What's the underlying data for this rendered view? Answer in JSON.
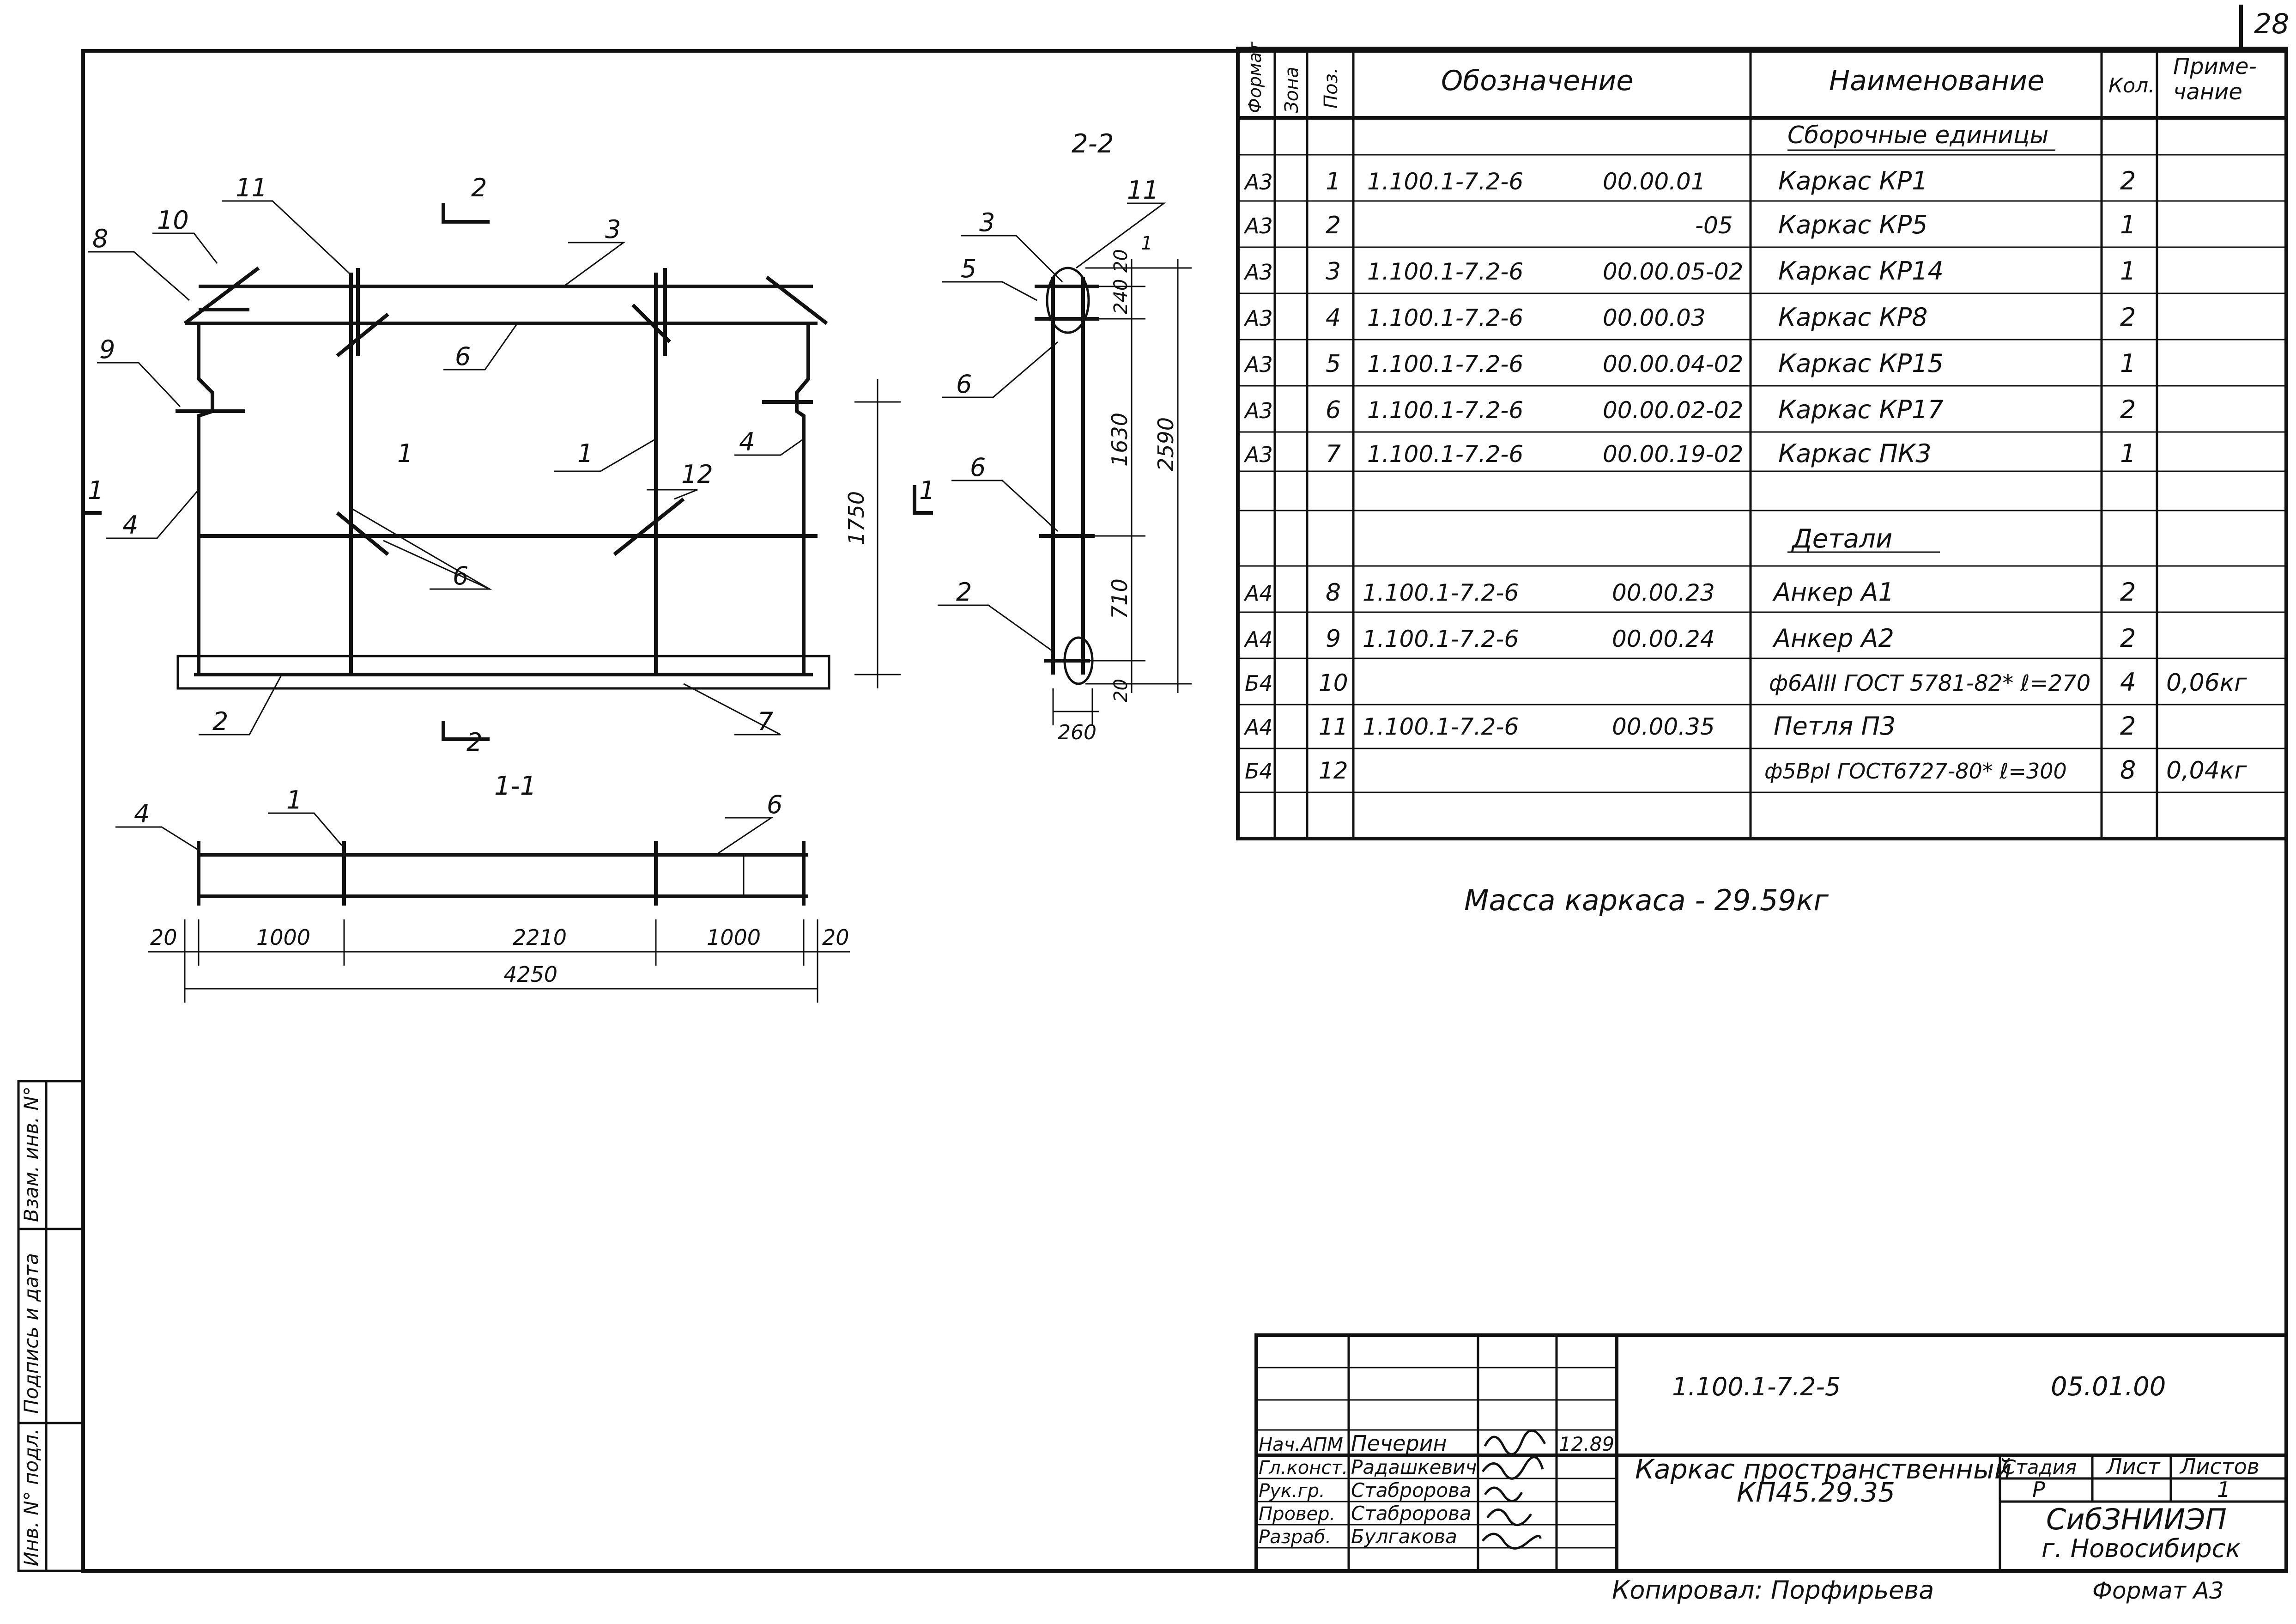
{
  "page_number": "28",
  "views": {
    "section_1_1": "1-1",
    "section_2_2": "2-2",
    "cut_2": "2",
    "cut_1": "1"
  },
  "front_view_leaders": [
    "11",
    "10",
    "8",
    "9",
    "4",
    "3",
    "6",
    "1",
    "1",
    "12",
    "4",
    "6",
    "2",
    "7"
  ],
  "front_view_dims": [
    "1750"
  ],
  "side_view_leaders": [
    "3",
    "11",
    "5",
    "6",
    "6",
    "2"
  ],
  "side_view_dims": [
    "20",
    "1",
    "240",
    "1630",
    "2590",
    "710",
    "20",
    "260"
  ],
  "plan_leaders": [
    "4",
    "1",
    "6"
  ],
  "plan_dims": [
    "20",
    "1000",
    "2210",
    "1000",
    "20",
    "4250"
  ],
  "spec_table": {
    "headers": {
      "format": "Формат",
      "zone": "Зона",
      "pos": "Поз.",
      "designation": "Обозначение",
      "name": "Наименование",
      "qty": "Кол.",
      "note": "Приме-\nчание"
    },
    "section_assembly": "Сборочные единицы",
    "assembly_rows": [
      {
        "format": "А3",
        "pos": "1",
        "doc": "1.100.1-7.2-6",
        "code": "00.00.01",
        "name": "Каркас КР1",
        "qty": "2",
        "note": ""
      },
      {
        "format": "А3",
        "pos": "2",
        "doc": "",
        "code": "-05",
        "name": "Каркас КР5",
        "qty": "1",
        "note": ""
      },
      {
        "format": "А3",
        "pos": "3",
        "doc": "1.100.1-7.2-6",
        "code": "00.00.05-02",
        "name": "Каркас КР14",
        "qty": "1",
        "note": ""
      },
      {
        "format": "А3",
        "pos": "4",
        "doc": "1.100.1-7.2-6",
        "code": "00.00.03",
        "name": "Каркас КР8",
        "qty": "2",
        "note": ""
      },
      {
        "format": "А3",
        "pos": "5",
        "doc": "1.100.1-7.2-6",
        "code": "00.00.04-02",
        "name": "Каркас КР15",
        "qty": "1",
        "note": ""
      },
      {
        "format": "А3",
        "pos": "6",
        "doc": "1.100.1-7.2-6",
        "code": "00.00.02-02",
        "name": "Каркас КР17",
        "qty": "2",
        "note": ""
      },
      {
        "format": "А3",
        "pos": "7",
        "doc": "1.100.1-7.2-6",
        "code": "00.00.19-02",
        "name": "Каркас ПК3",
        "qty": "1",
        "note": ""
      }
    ],
    "section_details": "Детали",
    "detail_rows": [
      {
        "format": "А4",
        "pos": "8",
        "doc": "1.100.1-7.2-6",
        "code": "00.00.23",
        "name": "Анкер А1",
        "qty": "2",
        "note": ""
      },
      {
        "format": "А4",
        "pos": "9",
        "doc": "1.100.1-7.2-6",
        "code": "00.00.24",
        "name": "Анкер А2",
        "qty": "2",
        "note": ""
      },
      {
        "format": "Б4",
        "pos": "10",
        "doc": "",
        "code": "",
        "name": "ф6АIII ГОСТ 5781-82* ℓ=270",
        "qty": "4",
        "note": "0,06кг"
      },
      {
        "format": "А4",
        "pos": "11",
        "doc": "1.100.1-7.2-6",
        "code": "00.00.35",
        "name": "Петля П3",
        "qty": "2",
        "note": ""
      },
      {
        "format": "Б4",
        "pos": "12",
        "doc": "",
        "code": "",
        "name": "ф5ВрI ГОСТ6727-80* ℓ=300",
        "qty": "8",
        "note": "0,04кг"
      }
    ]
  },
  "mass_note": "Масса каркаса - 29.59кг",
  "title_block": {
    "doc_number": "1.100.1-7.2-5",
    "doc_code": "05.01.00",
    "title_line1": "Каркас пространственный",
    "title_line2": "КП45.29.35",
    "stage_label": "Стадия",
    "sheet_label": "Лист",
    "sheets_label": "Листов",
    "stage": "Р",
    "sheets": "1",
    "org_line1": "СибЗНИИЭП",
    "org_line2": "г. Новосибирск",
    "date": "12.89",
    "staff": [
      {
        "role": "Нач.АПМ",
        "name": "Печерин"
      },
      {
        "role": "Гл.конст.",
        "name": "Радашкевич"
      },
      {
        "role": "Рук.гр.",
        "name": "Стабророва"
      },
      {
        "role": "Провер.",
        "name": "Стабророва"
      },
      {
        "role": "Разраб.",
        "name": "Булгакова"
      }
    ],
    "copied_by": "Копировал: Порфирьева",
    "format": "Формат А3"
  },
  "side_stamp": {
    "inv_no": "Инв. N° подл.",
    "sign_date": "Подпись и дата",
    "replace_inv": "Взам. инв. N°"
  }
}
